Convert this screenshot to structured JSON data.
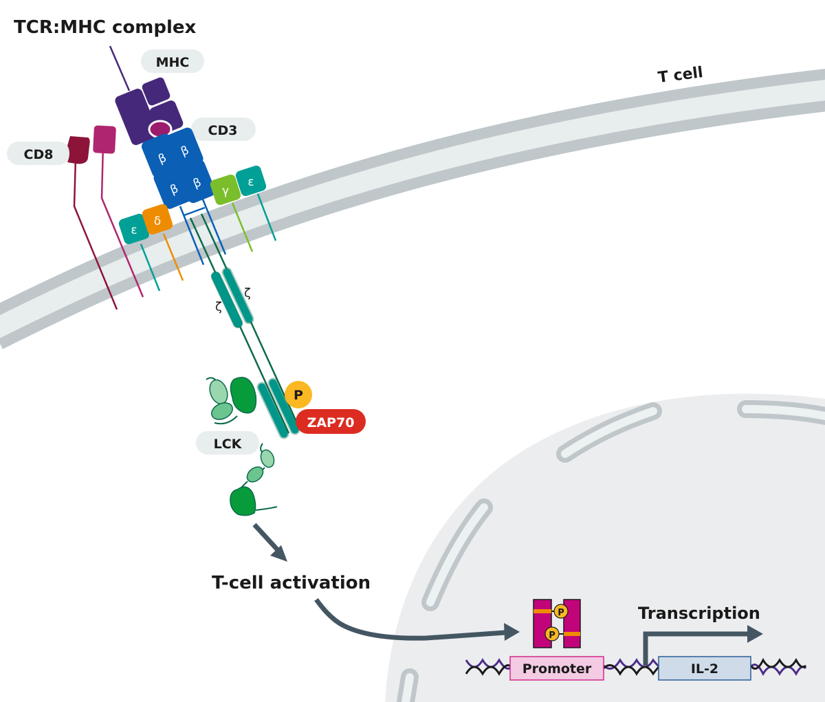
{
  "title": "TCR:MHC complex",
  "cell_label": "T cell",
  "labels": {
    "mhc": "MHC",
    "cd3": "CD3",
    "cd8": "CD8",
    "lck": "LCK",
    "zap70": "ZAP70",
    "phospho": "P",
    "activation": "T-cell activation",
    "transcription": "Transcription",
    "promoter": "Promoter",
    "gene": "IL-2"
  },
  "greek": {
    "beta": "β",
    "epsilon": "ε",
    "delta": "δ",
    "gamma": "γ",
    "zeta": "ζ"
  },
  "colors": {
    "membrane_outer": "#bfc7ca",
    "membrane_inner": "#e8eded",
    "nucleus_fill": "#ecedef",
    "mhc_purple": "#46287a",
    "peptide": "#9b1b6c",
    "tcr_blue": "#0b5fb5",
    "epsilon_teal": "#00a096",
    "delta_orange": "#ee8c00",
    "gamma_green": "#7bbe2c",
    "zeta_teal": "#00968a",
    "zeta_line": "#0a6a4a",
    "cd8_dark": "#8c1438",
    "cd8_pink": "#b0256f",
    "zap70_red": "#dc2c22",
    "phospho_yellow": "#fbb823",
    "lck_dark": "#079b3c",
    "lck_mid": "#6cc48e",
    "lck_light": "#9ad7ae",
    "tf_magenta": "#c2047a",
    "tf_band": "#ee8c00",
    "arrow": "#455663",
    "promoter_fill": "#f3cbe3",
    "promoter_stroke": "#d3298a",
    "gene_fill": "#cfdbe8",
    "gene_stroke": "#2a5e97",
    "dna_purple": "#4b2c8a",
    "dna_black": "#1a1a1a",
    "pill_bg": "#e8eded"
  }
}
